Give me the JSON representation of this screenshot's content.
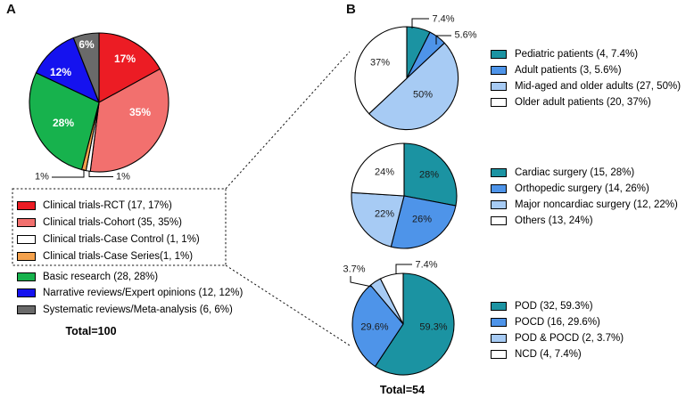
{
  "panels": {
    "a_label": "A",
    "b_label": "B"
  },
  "chart_data": [
    {
      "id": "publication-types",
      "panel": "A",
      "type": "pie",
      "total": 100,
      "total_label": "Total=100",
      "slices": [
        {
          "name": "Clinical trials-RCT",
          "count": 17,
          "pct": 17,
          "pct_label": "17%",
          "color": "#EC1C24",
          "legend_label": "Clinical trials-RCT (17, 17%)",
          "in_dashed_box": true
        },
        {
          "name": "Clinical trials-Cohort",
          "count": 35,
          "pct": 35,
          "pct_label": "35%",
          "color": "#F2706E",
          "legend_label": "Clinical trials-Cohort (35, 35%)",
          "in_dashed_box": true
        },
        {
          "name": "Clinical trials-Case Control",
          "count": 1,
          "pct": 1,
          "pct_label": "1%",
          "color": "#FFFFFF",
          "legend_label": "Clinical trials-Case Control (1, 1%)",
          "in_dashed_box": true
        },
        {
          "name": "Clinical trials-Case Series",
          "count": 1,
          "pct": 1,
          "pct_label": "1%",
          "color": "#F4A14C",
          "legend_label": "Clinical trials-Case Series(1, 1%)",
          "in_dashed_box": true
        },
        {
          "name": "Basic research",
          "count": 28,
          "pct": 28,
          "pct_label": "28%",
          "color": "#17B24D",
          "legend_label": "Basic research (28, 28%)",
          "in_dashed_box": false
        },
        {
          "name": "Narrative reviews/Expert opinions",
          "count": 12,
          "pct": 12,
          "pct_label": "12%",
          "color": "#1512EF",
          "legend_label": "Narrative reviews/Expert opinions (12, 12%)",
          "in_dashed_box": false
        },
        {
          "name": "Systematic reviews/Meta-analysis",
          "count": 6,
          "pct": 6,
          "pct_label": "6%",
          "color": "#6A6A6A",
          "legend_label": "Systematic reviews/Meta-analysis (6, 6%)",
          "in_dashed_box": false
        }
      ]
    },
    {
      "id": "patient-age-groups",
      "panel": "B",
      "type": "pie",
      "total": 54,
      "slices": [
        {
          "name": "Pediatric patients",
          "count": 4,
          "pct": 7.4,
          "pct_label": "7.4%",
          "color": "#1B93A2",
          "legend_label": "Pediatric patients (4, 7.4%)"
        },
        {
          "name": "Adult patients",
          "count": 3,
          "pct": 5.6,
          "pct_label": "5.6%",
          "color": "#4E94E9",
          "legend_label": "Adult patients (3, 5.6%)"
        },
        {
          "name": "Mid-aged and older adults",
          "count": 27,
          "pct": 50,
          "pct_label": "50%",
          "color": "#A7CBF4",
          "legend_label": "Mid-aged and older adults (27, 50%)"
        },
        {
          "name": "Older adult patients",
          "count": 20,
          "pct": 37,
          "pct_label": "37%",
          "color": "#FFFFFF",
          "legend_label": "Older adult patients (20, 37%)"
        }
      ]
    },
    {
      "id": "surgery-types",
      "panel": "B",
      "type": "pie",
      "total": 54,
      "slices": [
        {
          "name": "Cardiac surgery",
          "count": 15,
          "pct": 28,
          "pct_label": "28%",
          "color": "#1B93A2",
          "legend_label": "Cardiac surgery (15, 28%)"
        },
        {
          "name": "Orthopedic surgery",
          "count": 14,
          "pct": 26,
          "pct_label": "26%",
          "color": "#4E94E9",
          "legend_label": "Orthopedic surgery (14, 26%)"
        },
        {
          "name": "Major noncardiac surgery",
          "count": 12,
          "pct": 22,
          "pct_label": "22%",
          "color": "#A7CBF4",
          "legend_label": "Major noncardiac surgery (12, 22%)"
        },
        {
          "name": "Others",
          "count": 13,
          "pct": 24,
          "pct_label": "24%",
          "color": "#FFFFFF",
          "legend_label": "Others (13, 24%)"
        }
      ]
    },
    {
      "id": "cognitive-outcomes",
      "panel": "B",
      "type": "pie",
      "total": 54,
      "total_label": "Total=54",
      "slices": [
        {
          "name": "POD",
          "count": 32,
          "pct": 59.3,
          "pct_label": "59.3%",
          "color": "#1B93A2",
          "legend_label": "POD (32, 59.3%)"
        },
        {
          "name": "POCD",
          "count": 16,
          "pct": 29.6,
          "pct_label": "29.6%",
          "color": "#4E94E9",
          "legend_label": "POCD (16, 29.6%)"
        },
        {
          "name": "POD & POCD",
          "count": 2,
          "pct": 3.7,
          "pct_label": "3.7%",
          "color": "#A7CBF4",
          "legend_label": "POD & POCD (2, 3.7%)"
        },
        {
          "name": "NCD",
          "count": 4,
          "pct": 7.4,
          "pct_label": "7.4%",
          "color": "#FFFFFF",
          "legend_label": "NCD (4, 7.4%)"
        }
      ]
    }
  ]
}
